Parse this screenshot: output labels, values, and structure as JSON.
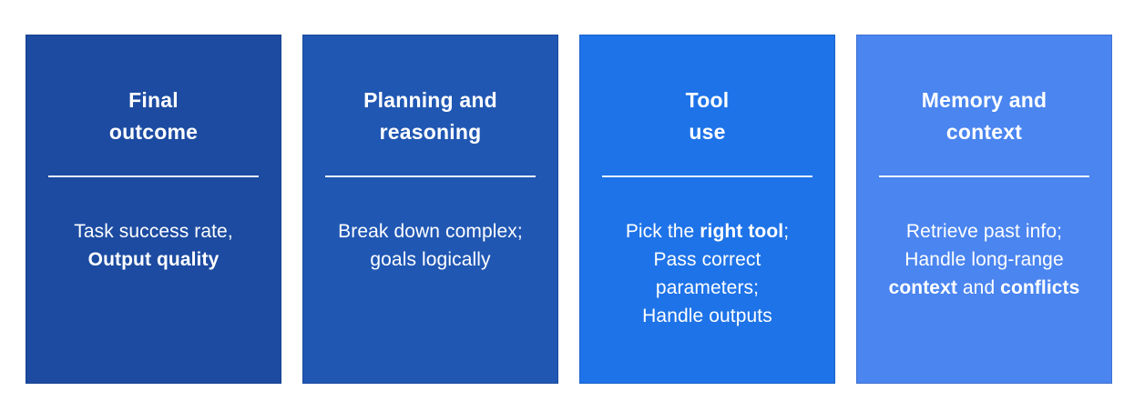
{
  "page": {
    "background_color": "#ffffff",
    "text_color": "#ffffff",
    "divider_color": "#ffffff"
  },
  "cards": [
    {
      "name": "final-outcome",
      "color": "#1c4ba1",
      "title_lines": [
        "Final",
        "outcome"
      ],
      "body_lines": [
        [
          {
            "text": "Task success rate,",
            "bold": false
          }
        ],
        [
          {
            "text": "Output quality",
            "bold": true
          }
        ]
      ]
    },
    {
      "name": "planning-and-reasoning",
      "color": "#2057b3",
      "title_lines": [
        "Planning and",
        "reasoning"
      ],
      "body_lines": [
        [
          {
            "text": "Break down complex;",
            "bold": false
          }
        ],
        [
          {
            "text": "goals logically",
            "bold": false
          }
        ]
      ]
    },
    {
      "name": "tool-use",
      "color": "#1e73e8",
      "title_lines": [
        "Tool",
        "use"
      ],
      "body_lines": [
        [
          {
            "text": "Pick the ",
            "bold": false
          },
          {
            "text": "right tool",
            "bold": true
          },
          {
            "text": ";",
            "bold": false
          }
        ],
        [
          {
            "text": "Pass correct",
            "bold": false
          }
        ],
        [
          {
            "text": "parameters;",
            "bold": false
          }
        ],
        [
          {
            "text": "Handle outputs",
            "bold": false
          }
        ]
      ]
    },
    {
      "name": "memory-and-context",
      "color": "#4a85f0",
      "title_lines": [
        "Memory and",
        "context"
      ],
      "body_lines": [
        [
          {
            "text": "Retrieve past info;",
            "bold": false
          }
        ],
        [
          {
            "text": "Handle long-range",
            "bold": false
          }
        ],
        [
          {
            "text": "context",
            "bold": true
          },
          {
            "text": " and ",
            "bold": false
          },
          {
            "text": "conflicts",
            "bold": true
          }
        ]
      ]
    }
  ]
}
